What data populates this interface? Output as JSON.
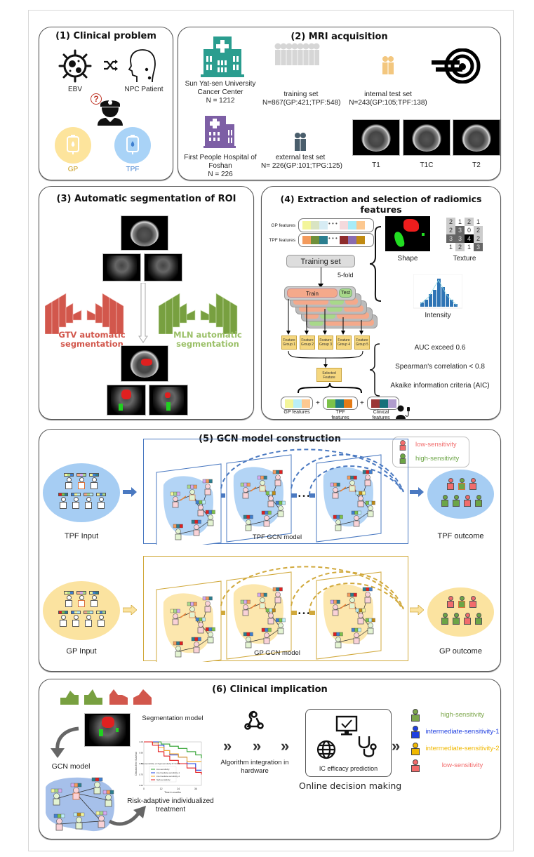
{
  "panel1": {
    "title": "(1) Clinical problem",
    "ebv_label": "EBV",
    "patient_label": "NPC Patient",
    "question_mark": "?",
    "gp_label": "GP",
    "tpf_label": "TPF",
    "colors": {
      "gp": "#fde49c",
      "tpf": "#a9d3f7",
      "gp_text": "#c79a16",
      "tpf_text": "#3f7fd0"
    }
  },
  "panel2": {
    "title": "(2) MRI acquisition",
    "center1": {
      "name_line1": "Sun Yat-sen University",
      "name_line2": "Cancer Center",
      "n": "N = 1212",
      "color": "#2a9d8f"
    },
    "center2": {
      "name_line1": "First People Hospital of",
      "name_line2": "Foshan",
      "n": "N = 226",
      "color": "#7d5fa5"
    },
    "training_set": {
      "label": "training set",
      "detail": "N=867(GP:421;TPF:548)"
    },
    "internal_test": {
      "label": "internal test set",
      "detail": "N=243(GP:105;TPF:138)"
    },
    "external_test": {
      "label": "external test set",
      "detail": "N= 226(GP:101;TPG:125)"
    },
    "sequences": [
      "T1",
      "T1C",
      "T2"
    ]
  },
  "panel3": {
    "title": "(3) Automatic segmentation of ROI",
    "gtv_line1": "GTV automatic",
    "gtv_line2": "segmentation",
    "mln_line1": "MLN automatic",
    "mln_line2": "segmentation",
    "colors": {
      "gtv": "#d2574c",
      "mln": "#78a040"
    }
  },
  "panel4": {
    "title": "(4) Extraction and selection of radiomics features",
    "gp_features_label": "GP features",
    "tpf_features_label": "TPF features",
    "ellipsis": "• • •",
    "training_set": "Training set",
    "fold_label": "5-fold",
    "train": "Train",
    "test": "Test",
    "feature_groups": [
      "Feature Group 1",
      "Feature Group 2",
      "Feature Group 3",
      "Feature Group 4",
      "Feature Group 5"
    ],
    "selected_feature": "Selected Feature",
    "shape_label": "Shape",
    "texture_label": "Texture",
    "intensity_label": "Intensity",
    "texture_grid": [
      [
        2,
        1,
        2,
        1
      ],
      [
        2,
        3,
        0,
        2
      ],
      [
        3,
        3,
        4,
        2
      ],
      [
        1,
        2,
        1,
        3
      ]
    ],
    "criteria": [
      "AUC exceed 0.6",
      "Spearman's correlation < 0.8",
      "Akaike information criteria (AIC)"
    ],
    "out_gp": "GP features",
    "out_tpf": "TPF features",
    "out_clinical": "Clinical features",
    "plus": "+",
    "gp_swatches": [
      "#f3f59a",
      "#d9e4c2",
      "#d7ecf4",
      "#f4d9dc",
      "#a8ecf8",
      "#fcc890"
    ],
    "tpf_swatches": [
      "#f39a5c",
      "#6f8f3a",
      "#2b7e8f",
      "#8e2c2c",
      "#8a6cb0",
      "#c08a12"
    ],
    "sel_gp": [
      "#f3f59a",
      "#b9eef7",
      "#fcc890"
    ],
    "sel_tpf": [
      "#7dc24a",
      "#1f7a83",
      "#e57b16"
    ],
    "sel_clin": [
      "#9b3636",
      "#15707a",
      "#b09ccd"
    ]
  },
  "panel5": {
    "title": "(5)  GCN model construction",
    "legend": [
      {
        "label": "low-sensitivity",
        "color": "#f16c6c"
      },
      {
        "label": "high-sensitivity",
        "color": "#6ca546"
      }
    ],
    "tpf_input": "TPF Input",
    "tpf_model": "TPF GCN  model",
    "tpf_outcome": "TPF outcome",
    "gp_input": "GP Input",
    "gp_model": "GP GCN  model",
    "gp_outcome": "GP outcome",
    "dots": "• • •",
    "colors": {
      "tpf": "#a6cdf3",
      "tpf_frame": "#4a79c1",
      "gp": "#fbe3a0",
      "gp_frame": "#d1a93c"
    }
  },
  "panel6": {
    "title": "(6)  Clinical implication",
    "segmentation_model": "Segmentation model",
    "gcn_model": "GCN model",
    "risk_line1": "Risk-adaptive individualized",
    "risk_line2": "treatment",
    "algo_line1": "Algorithm integration in",
    "algo_line2": "hardware",
    "ic_label": "IC efficacy prediction",
    "online_label": "Online decision making",
    "outcomes": [
      {
        "label": "high-sensitivity",
        "color": "#7ca64a"
      },
      {
        "label": "intermediate-sensitivity-1",
        "color": "#1f3fe0"
      },
      {
        "label": "intermediate-sensitivity-2",
        "color": "#f0b800"
      },
      {
        "label": "low-sensitivity",
        "color": "#f26a6a"
      }
    ]
  },
  "chart_data": {
    "type": "line",
    "title": "low-sensitivity vs high-sensitivity P<0.001",
    "xlabel": "Time in months",
    "ylabel": "Disease-free Survival",
    "x_ticks": [
      0,
      12,
      24,
      36
    ],
    "ylim": [
      0.6,
      1.0
    ],
    "series": [
      {
        "name": "low-sensitivity",
        "color": "#2ca02c",
        "x": [
          0,
          8,
          12,
          18,
          24,
          30,
          36,
          40
        ],
        "values": [
          1.0,
          1.0,
          0.98,
          0.96,
          0.94,
          0.91,
          0.88,
          0.85
        ]
      },
      {
        "name": "intermediate-sensitivity-1",
        "color": "#1f3fe0",
        "x": [
          0,
          6,
          10,
          14,
          18,
          24,
          30,
          36,
          40
        ],
        "values": [
          1.0,
          1.0,
          0.97,
          0.92,
          0.88,
          0.86,
          0.8,
          0.74,
          0.74
        ]
      },
      {
        "name": "intermediate-sensitivity-2",
        "color": "#f5a623",
        "x": [
          0,
          6,
          10,
          14,
          18,
          24,
          30,
          36,
          40
        ],
        "values": [
          1.0,
          0.99,
          0.95,
          0.92,
          0.89,
          0.86,
          0.82,
          0.82,
          0.82
        ]
      },
      {
        "name": "high-sensitivity",
        "color": "#e31a1c",
        "x": [
          0,
          6,
          10,
          14,
          18,
          24,
          30,
          36,
          40
        ],
        "values": [
          1.0,
          0.97,
          0.91,
          0.87,
          0.83,
          0.8,
          0.76,
          0.72,
          0.7
        ]
      }
    ]
  }
}
